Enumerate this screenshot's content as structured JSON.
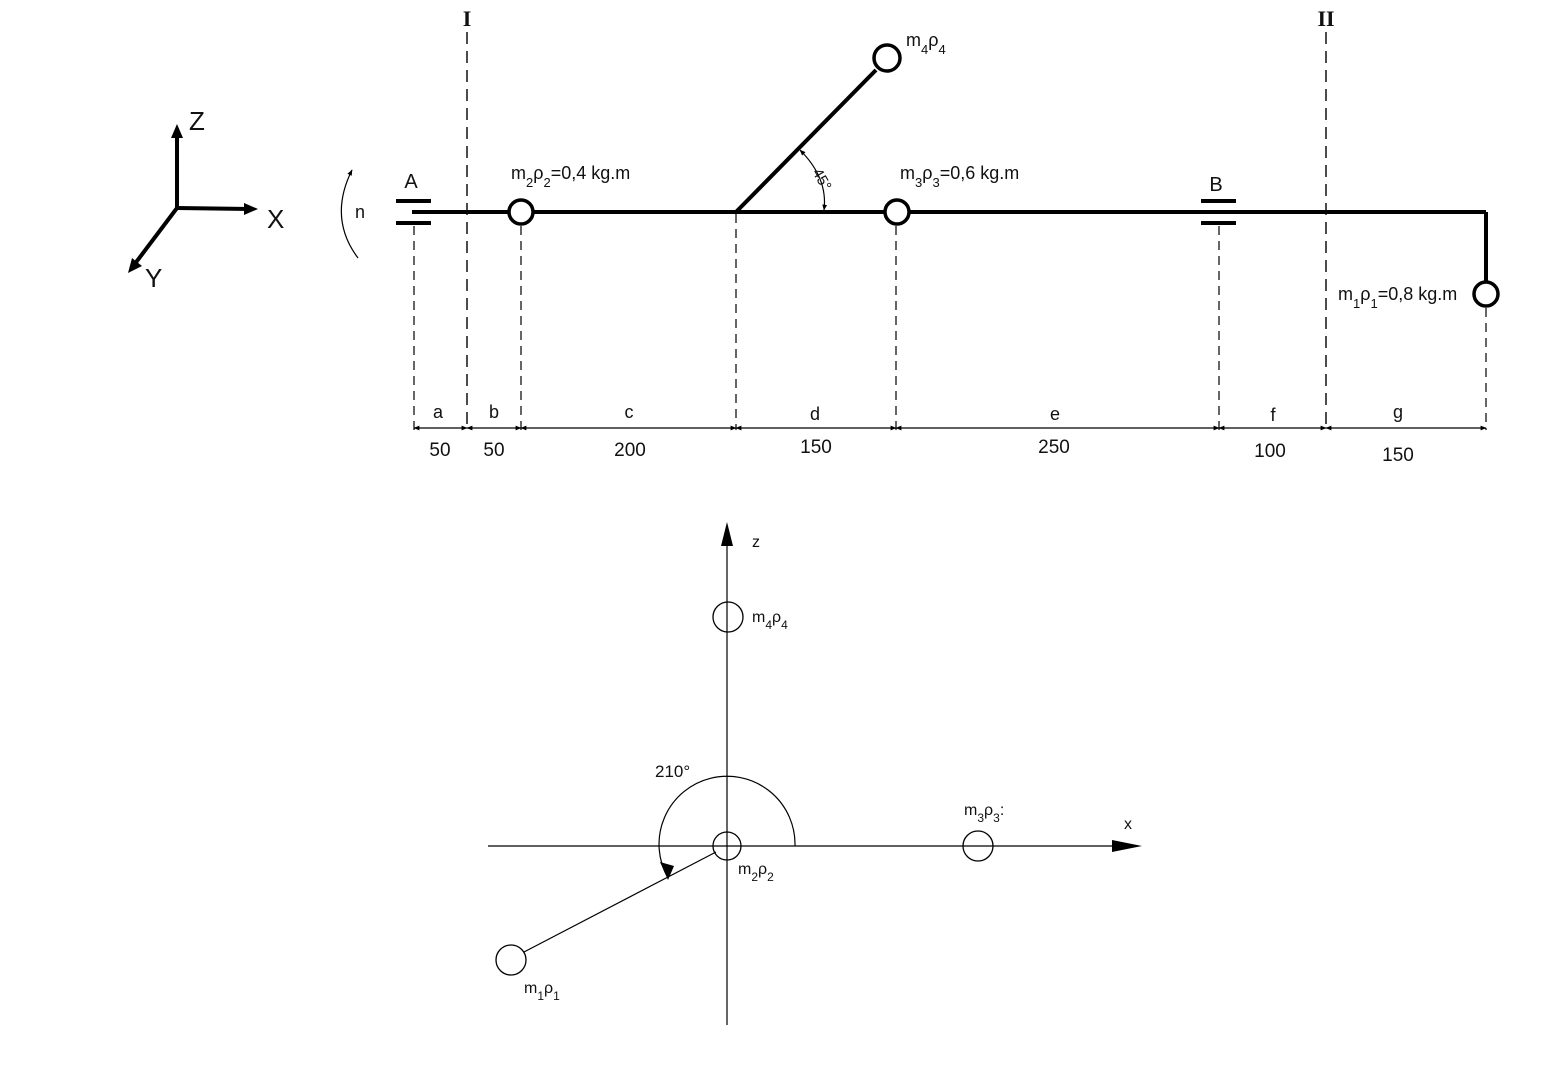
{
  "axes3d": {
    "z": "Z",
    "x": "X",
    "y": "Y"
  },
  "rotation_label": "n",
  "sections": {
    "one": "I",
    "two": "II"
  },
  "bearings": {
    "a": "A",
    "b": "B"
  },
  "masses": {
    "m1": {
      "m": "m",
      "sub1": "1",
      "rho": "ρ",
      "sub2": "1",
      "value": "=0,8 kg.m"
    },
    "m2": {
      "m": "m",
      "sub1": "2",
      "rho": "ρ",
      "sub2": "2",
      "value": "=0,4 kg.m"
    },
    "m3": {
      "m": "m",
      "sub1": "3",
      "rho": "ρ",
      "sub2": "3",
      "value": "=0,6 kg.m"
    },
    "m4": {
      "m": "m",
      "sub1": "4",
      "rho": "ρ",
      "sub2": "4",
      "value": ""
    }
  },
  "angle_45": "45°",
  "dimensions": [
    {
      "letter": "a",
      "value": "50"
    },
    {
      "letter": "b",
      "value": "50"
    },
    {
      "letter": "c",
      "value": "200"
    },
    {
      "letter": "d",
      "value": "150"
    },
    {
      "letter": "e",
      "value": "250"
    },
    {
      "letter": "f",
      "value": "100"
    },
    {
      "letter": "g",
      "value": "150"
    }
  ],
  "polar": {
    "z_label": "z",
    "x_label": "x",
    "angle_label": "210°",
    "m3_suffix": ":"
  }
}
